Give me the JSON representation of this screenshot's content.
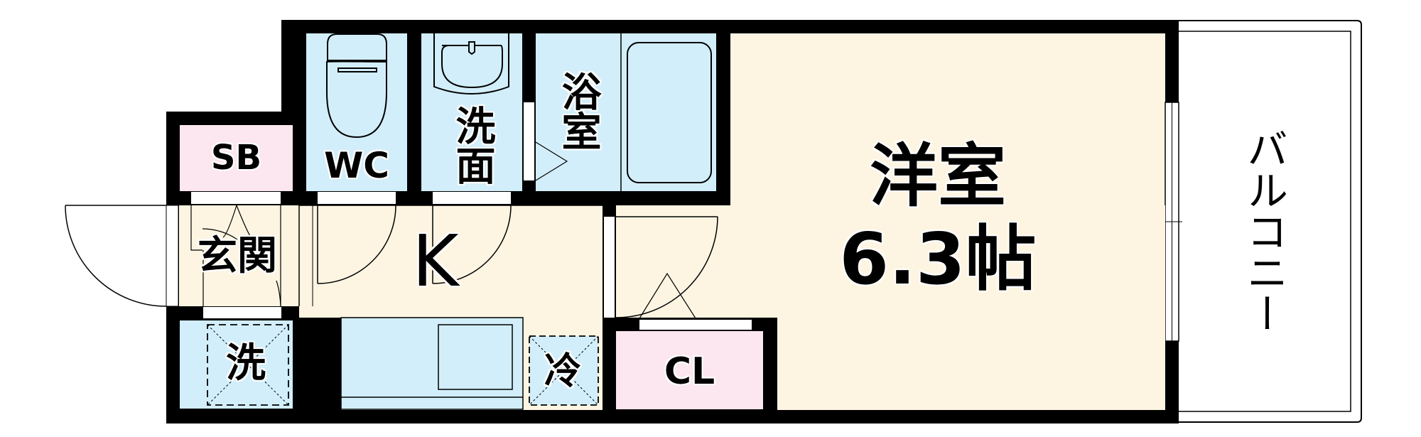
{
  "floorplan": {
    "colors": {
      "wall": "#000000",
      "wet_area": "#d2eefa",
      "storage": "#fce6ef",
      "living": "#fdf5e2",
      "balcony": "#ffffff"
    },
    "rooms": {
      "shoebox": {
        "label": "SB"
      },
      "toilet": {
        "label": "WC"
      },
      "washroom": {
        "label": "洗面"
      },
      "bathroom": {
        "label": "浴室"
      },
      "western_room": {
        "label": "洋室",
        "size": "6.3帖"
      },
      "entrance": {
        "label": "玄関"
      },
      "kitchen": {
        "label": "K"
      },
      "laundry": {
        "label": "洗"
      },
      "fridge": {
        "label": "冷"
      },
      "closet": {
        "label": "CL"
      },
      "balcony": {
        "label": "バルコニー"
      }
    }
  }
}
